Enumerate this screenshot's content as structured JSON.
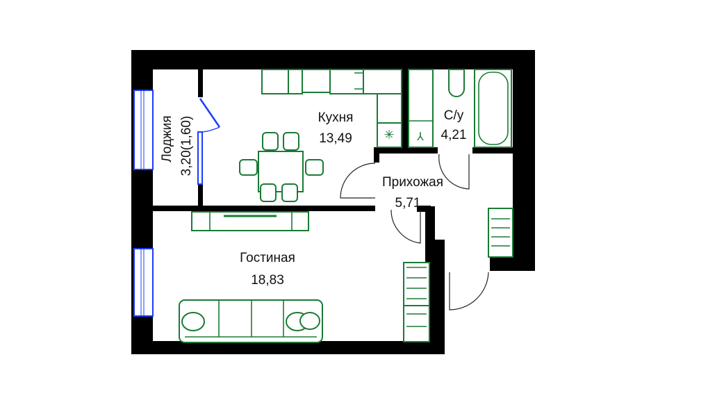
{
  "plan": {
    "rooms": [
      {
        "id": "loggia",
        "name": "Лоджия",
        "area": "3,20(1,60)"
      },
      {
        "id": "kitchen",
        "name": "Кухня",
        "area": "13,49"
      },
      {
        "id": "bathroom",
        "name": "С/у",
        "area": "4,21"
      },
      {
        "id": "hallway",
        "name": "Прихожая",
        "area": "5,71"
      },
      {
        "id": "living",
        "name": "Гостиная",
        "area": "18,83"
      }
    ],
    "colors": {
      "walls": "#000000",
      "furniture": "#1a7a35",
      "windows": "#1a3cff"
    }
  }
}
